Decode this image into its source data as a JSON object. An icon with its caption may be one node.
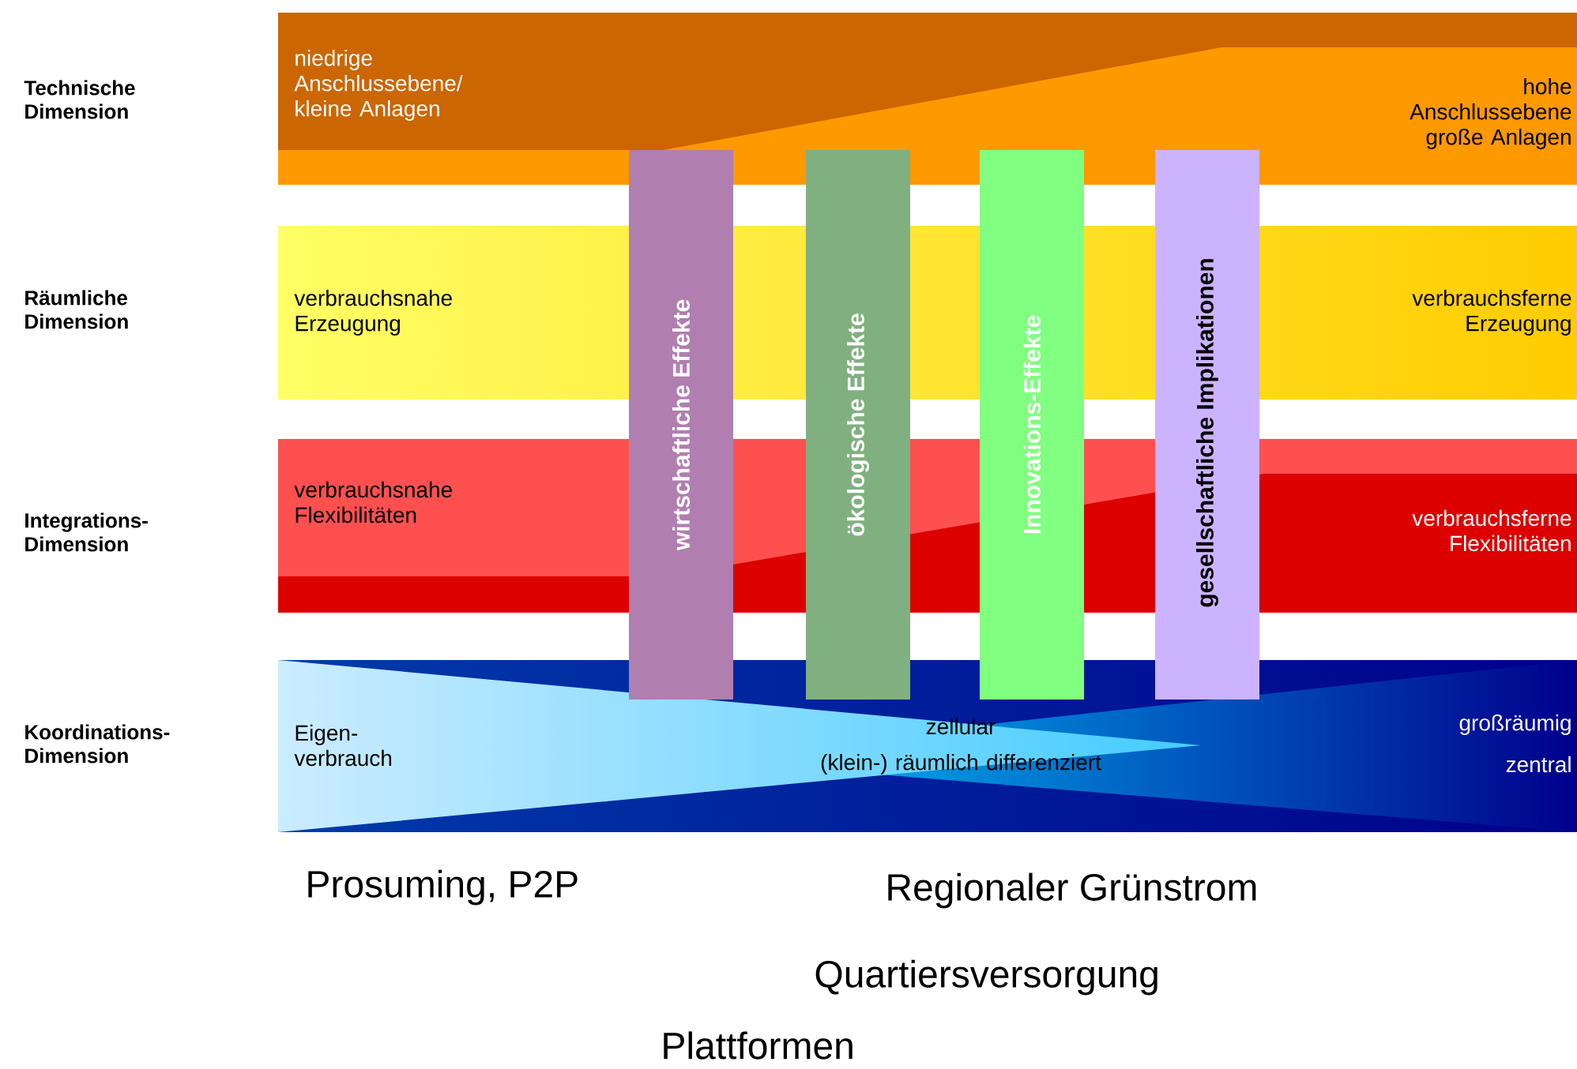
{
  "diagram": {
    "nodes": [
      {
        "text": [
          "niedrige Anschlussebene/ kleine Anlagen",
          "hohe Anschlussebene große Anlagen"
        ]
      },
      {
        "text": [
          "verbrauchsnahe Erzeugung",
          "verbrauchsferne Erzeugung"
        ]
      },
      {
        "text": [
          "verbrauchsnahe Flexibilitäten",
          "verbrauchsferne Flexibilitäten"
        ]
      },
      {
        "text": [
          "Eigen- verbrauch",
          "zellular",
          "(klein-) räumlich differenziert",
          "großräumig",
          "zentral"
        ]
      },
      {
        "text": [
          "wirtschaftliche Effekte"
        ]
      },
      {
        "text": [
          "ökologische Effekte"
        ]
      },
      {
        "text": [
          "Innovations-Effekte"
        ]
      },
      {
        "text": [
          "gesellschaftliche Implikationen"
        ]
      }
    ],
    "labels": [
      "Technische Dimension",
      "Räumliche Dimension",
      "Integrations- Dimension",
      "Koordinations- Dimension",
      "Prosuming, P2P",
      "Regionaler Grünstrom",
      "Quartiersversorgung",
      "Plattformen"
    ]
  }
}
